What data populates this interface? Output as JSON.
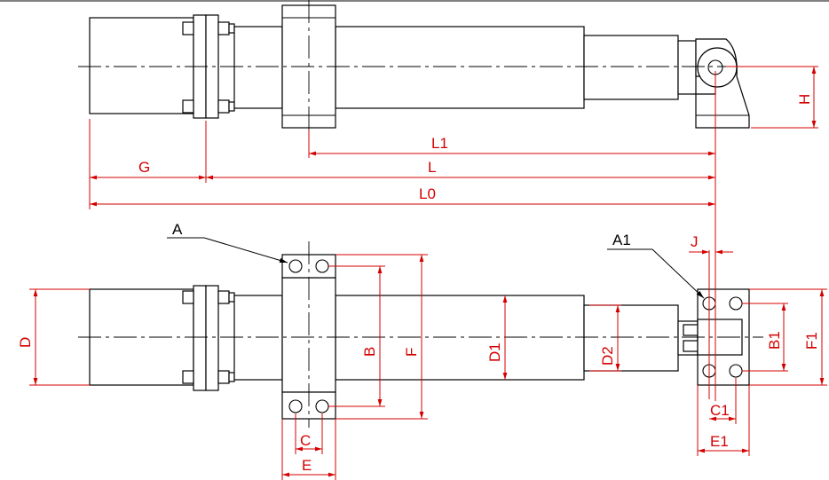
{
  "dimensions": {
    "l1": "L1",
    "l": "L",
    "l0": "L0",
    "g": "G",
    "h": "H",
    "d": "D",
    "b": "B",
    "f": "F",
    "d1": "D1",
    "d2": "D2",
    "b1": "B1",
    "f1": "F1",
    "j": "J",
    "c": "C",
    "e": "E",
    "c1": "C1",
    "e1": "E1"
  },
  "callouts": {
    "a": "A",
    "a1": "A1"
  },
  "colors": {
    "dimension": "#d40000",
    "outline": "#000000",
    "background": "#ffffff"
  }
}
